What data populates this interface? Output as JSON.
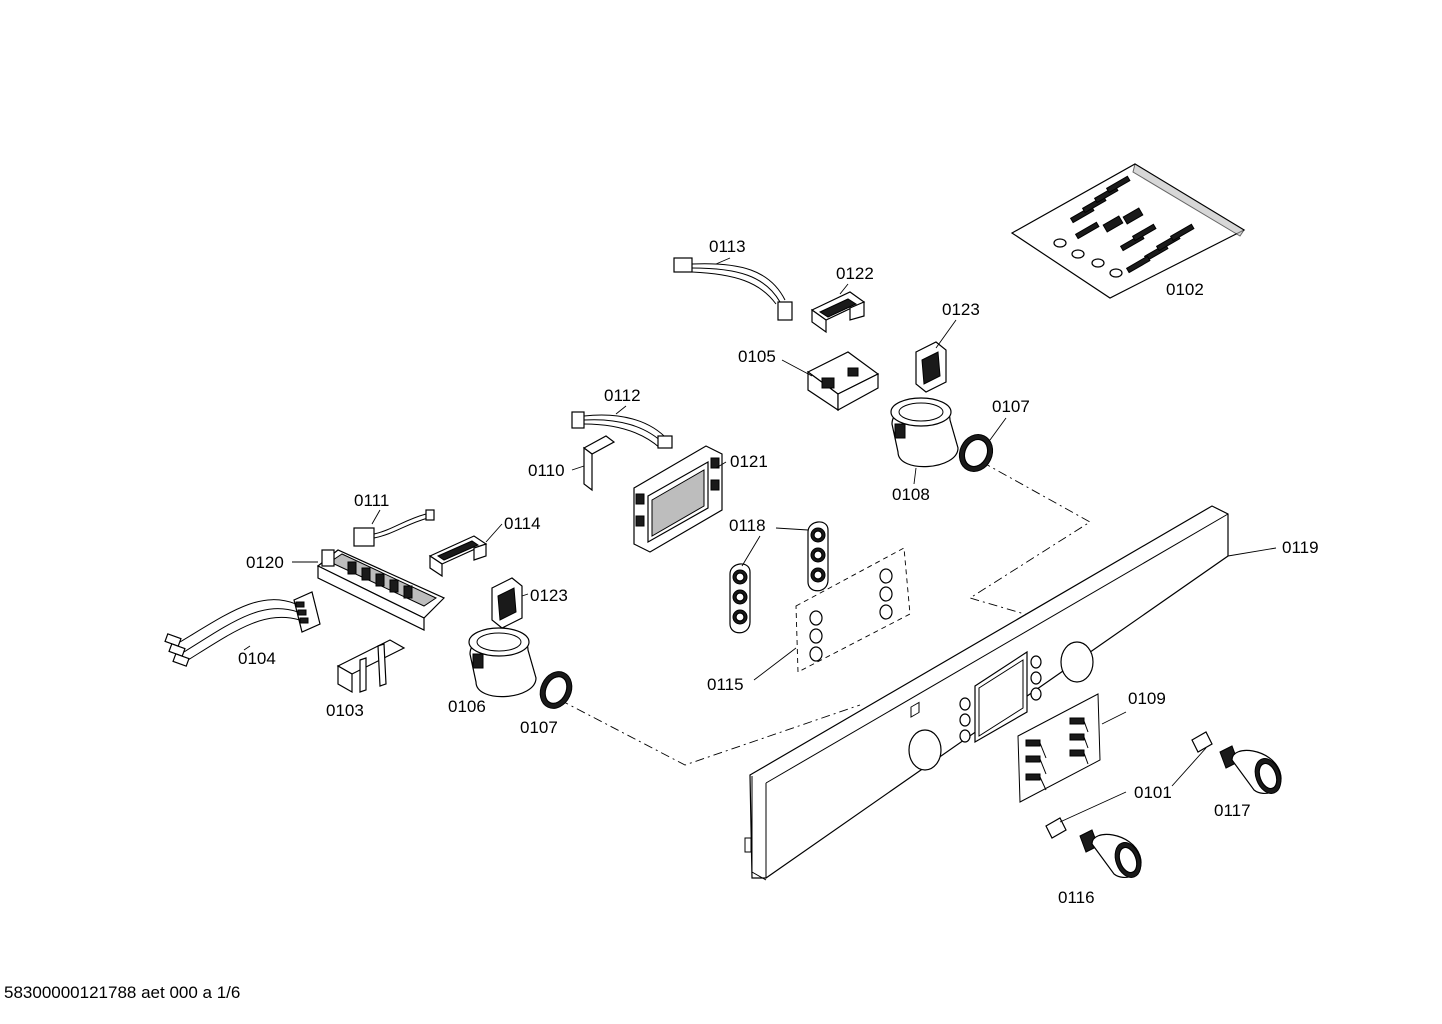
{
  "labels": {
    "p0101": "0101",
    "p0102": "0102",
    "p0103": "0103",
    "p0104": "0104",
    "p0105": "0105",
    "p0106": "0106",
    "p0107a": "0107",
    "p0107b": "0107",
    "p0108": "0108",
    "p0109": "0109",
    "p0110": "0110",
    "p0111": "0111",
    "p0112": "0112",
    "p0113": "0113",
    "p0114": "0114",
    "p0115": "0115",
    "p0116": "0116",
    "p0117": "0117",
    "p0118": "0118",
    "p0119": "0119",
    "p0120": "0120",
    "p0121": "0121",
    "p0122": "0122",
    "p0123a": "0123",
    "p0123b": "0123"
  },
  "footer": "58300000121788 aet 000 a 1/6"
}
